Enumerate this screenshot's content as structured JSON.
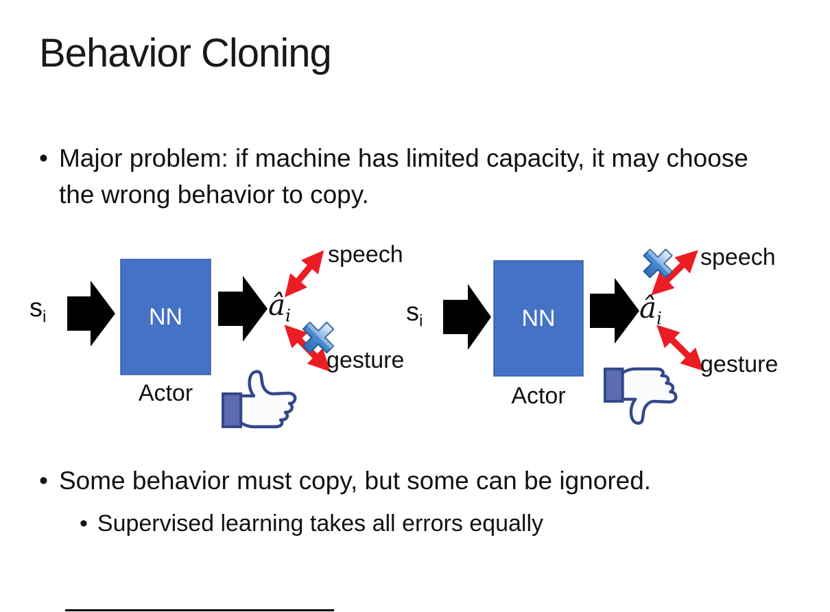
{
  "slide": {
    "title": "Behavior Cloning",
    "bullet_char": "•",
    "bullets": [
      {
        "level": 1,
        "text": "Major problem: if machine has limited capacity, it may choose the wrong behavior to copy."
      },
      {
        "level": 1,
        "text": "Some behavior must copy, but some can be ignored."
      },
      {
        "level": 2,
        "text": "Supervised learning takes all errors equally"
      }
    ]
  },
  "diagrams": {
    "left": {
      "input": "s",
      "input_sub": "i",
      "nn": "NN",
      "actor": "Actor",
      "output": "â",
      "output_sub": "i",
      "speech": "speech",
      "gesture": "gesture",
      "crossed_out": "gesture",
      "feedback_icon": "thumbs-up"
    },
    "right": {
      "input": "s",
      "input_sub": "i",
      "nn": "NN",
      "actor": "Actor",
      "output": "â",
      "output_sub": "i",
      "speech": "speech",
      "gesture": "gesture",
      "crossed_out": "speech",
      "feedback_icon": "thumbs-down"
    }
  },
  "colors": {
    "nn_fill": "#4472C4",
    "nn_border": "#3B5EA6",
    "arrow_black": "#000000",
    "arrow_red": "#EC1C24",
    "cross_blue": "#4D8FD6",
    "cross_border": "#2A5D9F",
    "thumb_outline": "#33478B",
    "thumb_cuff": "#5B6DAE",
    "thumb_hand": "#FAFBFD",
    "divider": "#000000",
    "text": "#111111"
  }
}
